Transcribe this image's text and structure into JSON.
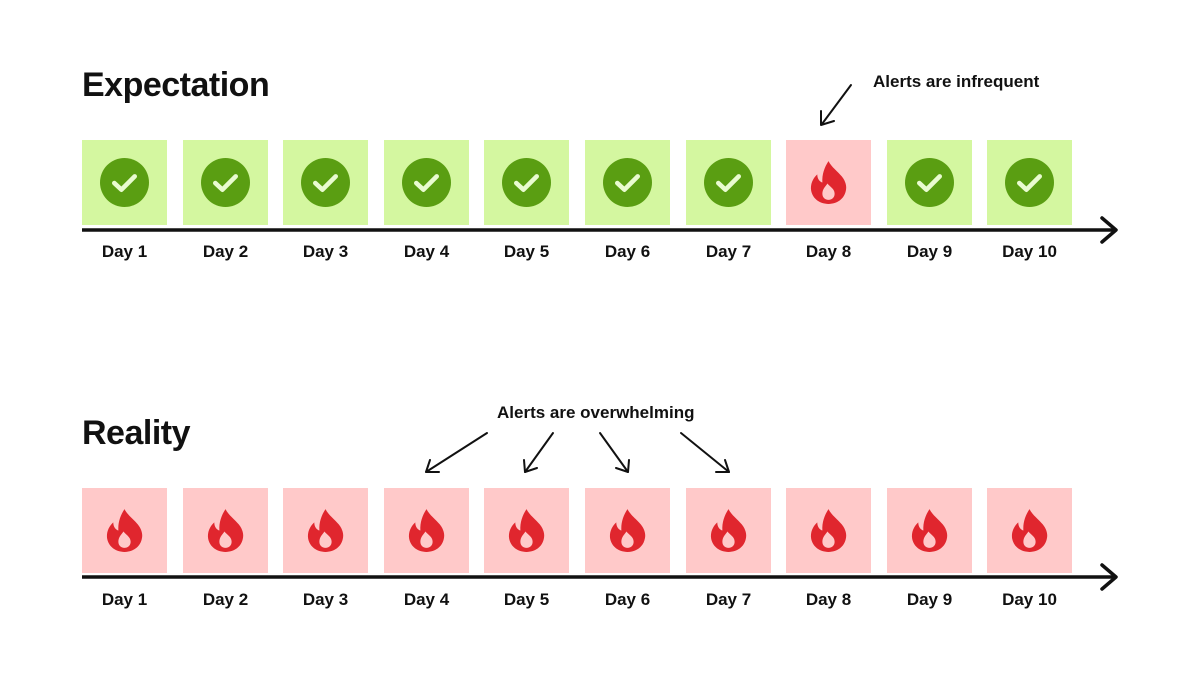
{
  "sections": [
    {
      "id": "expectation",
      "title": "Expectation",
      "annotation": "Alerts are infrequent",
      "days": [
        {
          "label": "Day 1",
          "status": "ok",
          "icon": "check-circle-icon"
        },
        {
          "label": "Day 2",
          "status": "ok",
          "icon": "check-circle-icon"
        },
        {
          "label": "Day 3",
          "status": "ok",
          "icon": "check-circle-icon"
        },
        {
          "label": "Day 4",
          "status": "ok",
          "icon": "check-circle-icon"
        },
        {
          "label": "Day 5",
          "status": "ok",
          "icon": "check-circle-icon"
        },
        {
          "label": "Day 6",
          "status": "ok",
          "icon": "check-circle-icon"
        },
        {
          "label": "Day 7",
          "status": "ok",
          "icon": "check-circle-icon"
        },
        {
          "label": "Day 8",
          "status": "alert",
          "icon": "fire-icon"
        },
        {
          "label": "Day 9",
          "status": "ok",
          "icon": "check-circle-icon"
        },
        {
          "label": "Day 10",
          "status": "ok",
          "icon": "check-circle-icon"
        }
      ]
    },
    {
      "id": "reality",
      "title": "Reality",
      "annotation": "Alerts are overwhelming",
      "days": [
        {
          "label": "Day 1",
          "status": "alert",
          "icon": "fire-icon"
        },
        {
          "label": "Day 2",
          "status": "alert",
          "icon": "fire-icon"
        },
        {
          "label": "Day 3",
          "status": "alert",
          "icon": "fire-icon"
        },
        {
          "label": "Day 4",
          "status": "alert",
          "icon": "fire-icon"
        },
        {
          "label": "Day 5",
          "status": "alert",
          "icon": "fire-icon"
        },
        {
          "label": "Day 6",
          "status": "alert",
          "icon": "fire-icon"
        },
        {
          "label": "Day 7",
          "status": "alert",
          "icon": "fire-icon"
        },
        {
          "label": "Day 8",
          "status": "alert",
          "icon": "fire-icon"
        },
        {
          "label": "Day 9",
          "status": "alert",
          "icon": "fire-icon"
        },
        {
          "label": "Day 10",
          "status": "alert",
          "icon": "fire-icon"
        }
      ]
    }
  ],
  "colors": {
    "ok_tile": "#d4f7a0",
    "ok_icon": "#5a9e12",
    "alert_tile": "#ffc9c9",
    "alert_icon": "#e0262e",
    "alert_icon_inner": "#ffc9c9",
    "axis": "#111111"
  }
}
